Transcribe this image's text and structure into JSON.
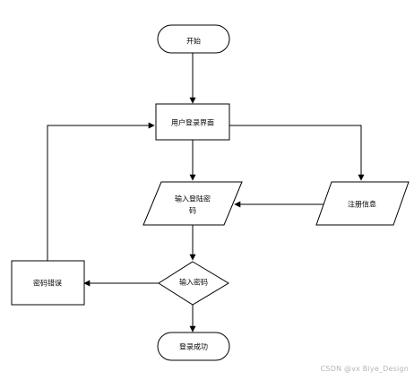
{
  "flowchart": {
    "nodes": {
      "start": "开始",
      "login_ui": "用户登录界面",
      "input_line1": "输入登陆密",
      "input_line2": "码",
      "register": "注册信息",
      "check": "输入密码",
      "error": "密码错误",
      "success": "登录成功"
    },
    "colors": {
      "stroke": "#000000",
      "fill": "#ffffff"
    }
  },
  "watermark": "CSDN @vx Biye_Design"
}
